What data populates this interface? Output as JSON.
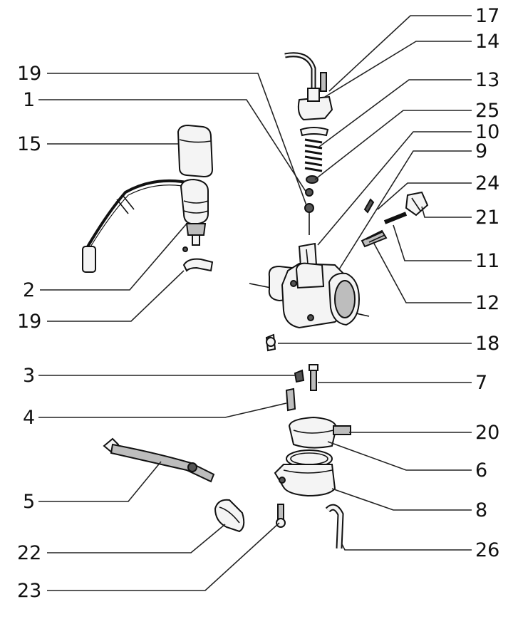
{
  "callouts": [
    {
      "id": "c17",
      "label": "17"
    },
    {
      "id": "c14",
      "label": "14"
    },
    {
      "id": "c19a",
      "label": "19"
    },
    {
      "id": "c13",
      "label": "13"
    },
    {
      "id": "c1",
      "label": "1"
    },
    {
      "id": "c25",
      "label": "25"
    },
    {
      "id": "c15",
      "label": "15"
    },
    {
      "id": "c10",
      "label": "10"
    },
    {
      "id": "c9",
      "label": "9"
    },
    {
      "id": "c24",
      "label": "24"
    },
    {
      "id": "c21",
      "label": "21"
    },
    {
      "id": "c11",
      "label": "11"
    },
    {
      "id": "c2",
      "label": "2"
    },
    {
      "id": "c12",
      "label": "12"
    },
    {
      "id": "c19b",
      "label": "19"
    },
    {
      "id": "c18",
      "label": "18"
    },
    {
      "id": "c3",
      "label": "3"
    },
    {
      "id": "c7",
      "label": "7"
    },
    {
      "id": "c4",
      "label": "4"
    },
    {
      "id": "c20",
      "label": "20"
    },
    {
      "id": "c6",
      "label": "6"
    },
    {
      "id": "c5",
      "label": "5"
    },
    {
      "id": "c8",
      "label": "8"
    },
    {
      "id": "c26",
      "label": "26"
    },
    {
      "id": "c22",
      "label": "22"
    },
    {
      "id": "c23",
      "label": "23"
    }
  ]
}
